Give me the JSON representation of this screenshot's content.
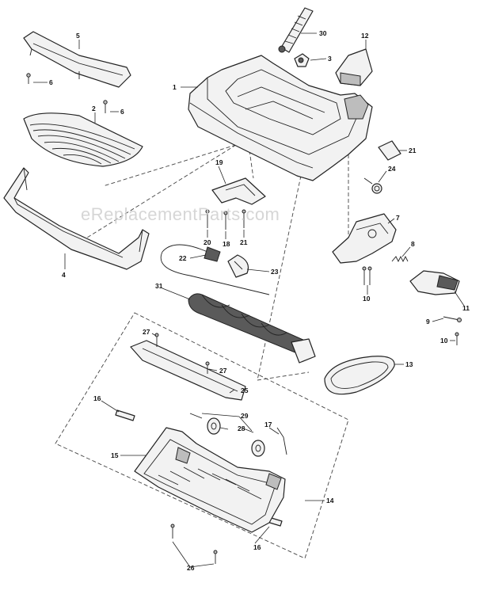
{
  "watermark": "eReplacementParts.com",
  "callouts": [
    {
      "id": "c1",
      "label": "1"
    },
    {
      "id": "c2",
      "label": "2"
    },
    {
      "id": "c3",
      "label": "3"
    },
    {
      "id": "c4",
      "label": "4"
    },
    {
      "id": "c5",
      "label": "5"
    },
    {
      "id": "c6a",
      "label": "6"
    },
    {
      "id": "c6b",
      "label": "6"
    },
    {
      "id": "c7",
      "label": "7"
    },
    {
      "id": "c8",
      "label": "8"
    },
    {
      "id": "c9",
      "label": "9"
    },
    {
      "id": "c10a",
      "label": "10"
    },
    {
      "id": "c10b",
      "label": "10"
    },
    {
      "id": "c11",
      "label": "11"
    },
    {
      "id": "c12",
      "label": "12"
    },
    {
      "id": "c13",
      "label": "13"
    },
    {
      "id": "c14",
      "label": "14"
    },
    {
      "id": "c15",
      "label": "15"
    },
    {
      "id": "c16a",
      "label": "16"
    },
    {
      "id": "c16b",
      "label": "16"
    },
    {
      "id": "c17",
      "label": "17"
    },
    {
      "id": "c18",
      "label": "18"
    },
    {
      "id": "c19",
      "label": "19"
    },
    {
      "id": "c20",
      "label": "20"
    },
    {
      "id": "c21a",
      "label": "21"
    },
    {
      "id": "c21b",
      "label": "21"
    },
    {
      "id": "c22",
      "label": "22"
    },
    {
      "id": "c23",
      "label": "23"
    },
    {
      "id": "c24",
      "label": "24"
    },
    {
      "id": "c25",
      "label": "25"
    },
    {
      "id": "c26",
      "label": "26"
    },
    {
      "id": "c27a",
      "label": "27"
    },
    {
      "id": "c27b",
      "label": "27"
    },
    {
      "id": "c28",
      "label": "28"
    },
    {
      "id": "c29",
      "label": "29"
    },
    {
      "id": "c30",
      "label": "30"
    },
    {
      "id": "c31",
      "label": "31"
    }
  ]
}
